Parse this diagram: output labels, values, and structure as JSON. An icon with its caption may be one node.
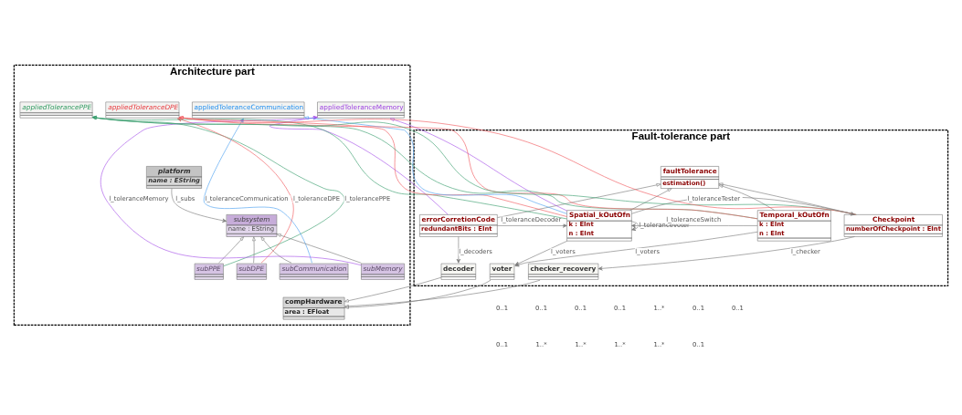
{
  "diagram": {
    "nodes": [
      {
        "text": [
          "Architecture part"
        ]
      },
      {
        "text": [
          "Fault-tolerance part"
        ]
      },
      {
        "text": [
          "appliedTolerancePPE"
        ],
        "in": 0
      },
      {
        "text": [
          "appliedToleranceDPE"
        ],
        "in": 0
      },
      {
        "text": [
          "appliedToleranceCommunication"
        ],
        "in": 0
      },
      {
        "text": [
          "appliedToleranceMemory"
        ],
        "in": 0
      },
      {
        "text": [
          "platform",
          "name : EString"
        ],
        "in": 0
      },
      {
        "text": [
          "subsystem",
          "name : EString"
        ],
        "in": 0
      },
      {
        "text": [
          "subPPE"
        ],
        "in": 0
      },
      {
        "text": [
          "subDPE"
        ],
        "in": 0
      },
      {
        "text": [
          "subCommunication"
        ],
        "in": 0
      },
      {
        "text": [
          "subMemory"
        ],
        "in": 0
      },
      {
        "text": [
          "compHardware",
          "area : EFloat"
        ],
        "in": 0
      },
      {
        "text": [
          "faultTolerance",
          "estimation()"
        ],
        "in": 1
      },
      {
        "text": [
          "errorCorretionCode",
          "redundantBits : EInt"
        ],
        "in": 1
      },
      {
        "text": [
          "Spatial_kOutOfn",
          "k : EInt",
          "n : EInt"
        ],
        "in": 1
      },
      {
        "text": [
          "Temporal_kOutOfn",
          "k : EInt",
          "n : EInt"
        ],
        "in": 1
      },
      {
        "text": [
          "Checkpoint",
          "numberOfCheckpoint : EInt"
        ],
        "in": 1
      },
      {
        "text": [
          "decoder"
        ],
        "in": 1
      },
      {
        "text": [
          "voter"
        ],
        "in": 1
      },
      {
        "text": [
          "checker_recovery"
        ],
        "in": 1
      }
    ],
    "edges": [
      {
        "from": 8,
        "to": 2,
        "arrow": "to",
        "label": "l_tolerancePPE",
        "color": "#3a9d6e"
      },
      {
        "from": 9,
        "to": 3,
        "arrow": "to",
        "label": "l_toleranceDPE",
        "color": "#f0585c"
      },
      {
        "from": 10,
        "to": 4,
        "arrow": "to",
        "label": "l_toleranceCommunication",
        "color": "#4aa0f0"
      },
      {
        "from": 11,
        "to": 5,
        "arrow": "to",
        "label": "l_toleranceMemory",
        "color": "#a552e8"
      },
      {
        "from": 6,
        "to": 7,
        "arrow": "to",
        "label": "l_subs"
      },
      {
        "from": 8,
        "to": 7,
        "arrow": "to"
      },
      {
        "from": 9,
        "to": 7,
        "arrow": "to"
      },
      {
        "from": 10,
        "to": 7,
        "arrow": "to"
      },
      {
        "from": 11,
        "to": 7,
        "arrow": "to"
      },
      {
        "from": 18,
        "to": 12,
        "arrow": "to"
      },
      {
        "from": 19,
        "to": 12,
        "arrow": "to"
      },
      {
        "from": 20,
        "to": 12,
        "arrow": "to"
      },
      {
        "from": 14,
        "to": 13,
        "arrow": "to"
      },
      {
        "from": 15,
        "to": 13,
        "arrow": "to"
      },
      {
        "from": 16,
        "to": 13,
        "arrow": "to"
      },
      {
        "from": 17,
        "to": 13,
        "arrow": "to"
      },
      {
        "from": 14,
        "to": 5,
        "arrow": "to",
        "color": "#a552e8"
      },
      {
        "from": 15,
        "to": 5,
        "arrow": "to",
        "color": "#a552e8"
      },
      {
        "from": 15,
        "to": 4,
        "arrow": "to",
        "color": "#4aa0f0"
      },
      {
        "from": 15,
        "to": 3,
        "arrow": "to",
        "color": "#f0585c"
      },
      {
        "from": 15,
        "to": 2,
        "arrow": "to",
        "color": "#3a9d6e"
      },
      {
        "from": 16,
        "to": 3,
        "arrow": "to",
        "color": "#f0585c"
      },
      {
        "from": 16,
        "to": 2,
        "arrow": "to",
        "color": "#3a9d6e"
      },
      {
        "from": 17,
        "to": 3,
        "arrow": "to",
        "color": "#f0585c"
      },
      {
        "from": 17,
        "to": 2,
        "arrow": "to",
        "color": "#3a9d6e"
      },
      {
        "from": 14,
        "to": 18,
        "arrow": "to",
        "label": "l_decoders"
      },
      {
        "from": 14,
        "to": 15,
        "arrow": "to",
        "label": "l_toleranceDecoder"
      },
      {
        "from": 16,
        "to": 15,
        "arrow": "to",
        "label": "l_toleranceSwitch"
      },
      {
        "from": 15,
        "to": 15,
        "arrow": "to",
        "label": "l_toleranceVoter"
      },
      {
        "from": 15,
        "to": 19,
        "arrow": "to",
        "label": "l_voters"
      },
      {
        "from": 16,
        "to": 19,
        "arrow": "to",
        "label": "l_voters"
      },
      {
        "from": 17,
        "to": 20,
        "arrow": "to",
        "label": "l_checker"
      },
      {
        "from": 15,
        "to": 17,
        "arrow": "to",
        "label": "l_toleranceTester"
      }
    ],
    "labels": [
      "0..1",
      "0..1",
      "0..1",
      "0..1",
      "1..*",
      "0..1",
      "0..1",
      "0..1",
      "1..*",
      "1..*",
      "1..*",
      "1..*",
      "0..1"
    ]
  }
}
